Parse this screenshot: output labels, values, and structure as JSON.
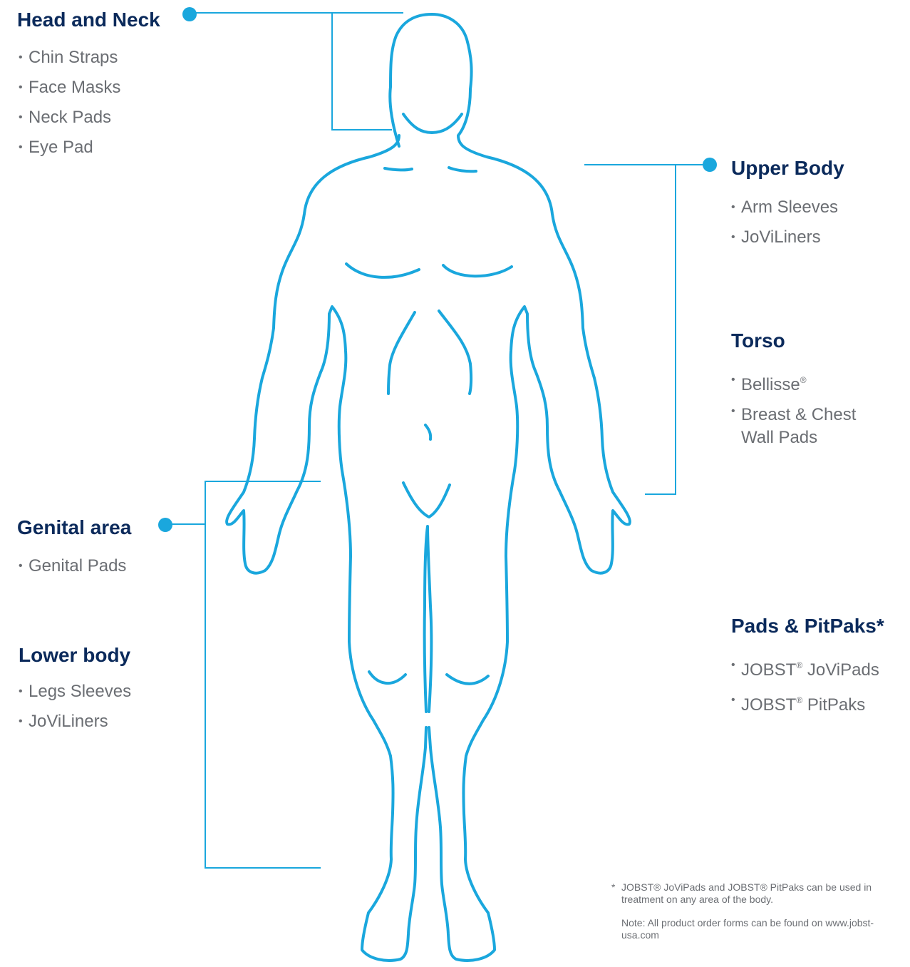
{
  "colors": {
    "outline": "#1aa7dd",
    "heading": "#0b2a5b",
    "item_text": "#6b6e73"
  },
  "sections": {
    "head_neck": {
      "title": "Head and Neck",
      "items": [
        "Chin Straps",
        "Face Masks",
        "Neck Pads",
        "Eye Pad"
      ]
    },
    "upper_body": {
      "title": "Upper Body",
      "items": [
        "Arm Sleeves",
        "JoViLiners"
      ]
    },
    "torso": {
      "title": "Torso",
      "items": [
        "Bellisse",
        "Breast & Chest Wall Pads"
      ],
      "registered_mark": "®"
    },
    "genital": {
      "title": "Genital area",
      "items": [
        "Genital Pads"
      ]
    },
    "lower_body": {
      "title": "Lower body",
      "items": [
        "Legs Sleeves",
        "JoViLiners"
      ]
    },
    "pads": {
      "title": "Pads & PitPaks*",
      "items": [
        "JOBST",
        "JoViPads",
        "JOBST",
        "PitPaks"
      ],
      "registered_mark": "®"
    }
  },
  "footnote": {
    "star": "*",
    "text": "JOBST® JoViPads and JOBST® PitPaks can be used in treatment on any area of the body.",
    "note": "Note: All product order forms can be found on www.jobst-usa.com"
  }
}
